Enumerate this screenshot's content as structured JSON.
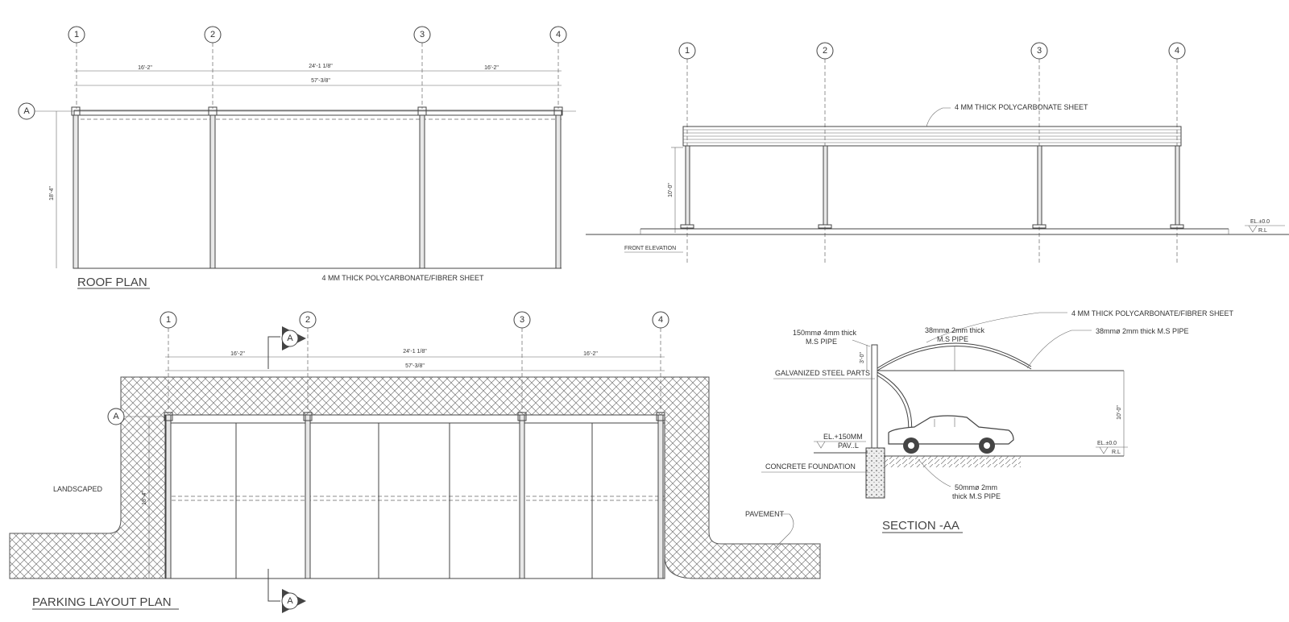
{
  "grids": [
    "1",
    "2",
    "3",
    "4"
  ],
  "row_grid": "A",
  "section_marker": "A",
  "roof_plan": {
    "title": "ROOF PLAN",
    "sheet_note": "4 MM THICK  POLYCARBONATE/FIBRER SHEET",
    "dims": [
      "16'-2\"",
      "24'-1 1/8\"",
      "16'-2\"",
      "57'-3/8\"",
      "18'-4\""
    ]
  },
  "front_elevation": {
    "title": "FRONT ELEVATION",
    "sheet_note": "4 MM THICK  POLYCARBONATE SHEET",
    "height_dim": "10'-0\"",
    "level": "EL.±0.0",
    "level_sub": "R.L"
  },
  "parking_plan": {
    "title": "PARKING LAYOUT PLAN",
    "landscaped": "LANDSCAPED",
    "pavement": "PAVEMENT",
    "dims": [
      "16'-2\"",
      "24'-1 1/8\"",
      "16'-2\"",
      "57'-3/8\"",
      "18'-4\""
    ]
  },
  "section": {
    "title": "SECTION -AA",
    "callouts": {
      "sheet": "4 MM THICK  POLYCARBONATE/FIBRER SHEET",
      "pipe38_a_1": "38mmø 2mm thick",
      "pipe38_a_2": "M.S PIPE",
      "pipe38_b": "38mmø 2mm thick M.S PIPE",
      "pipe150_1": "150mmø 4mm thick",
      "pipe150_2": "M.S PIPE",
      "galvanized": "GALVANIZED STEEL PARTS",
      "el150_1": "EL.+150MM",
      "el150_2": "PAV..L",
      "concrete": "CONCRETE FOUNDATION",
      "pipe50_1": "50mmø 2mm",
      "pipe50_2": "thick M.S PIPE",
      "level": "EL.±0.0",
      "level_sub": "R.L",
      "dim_small": "3'-0\"",
      "dim_height": "10'-0\""
    }
  }
}
